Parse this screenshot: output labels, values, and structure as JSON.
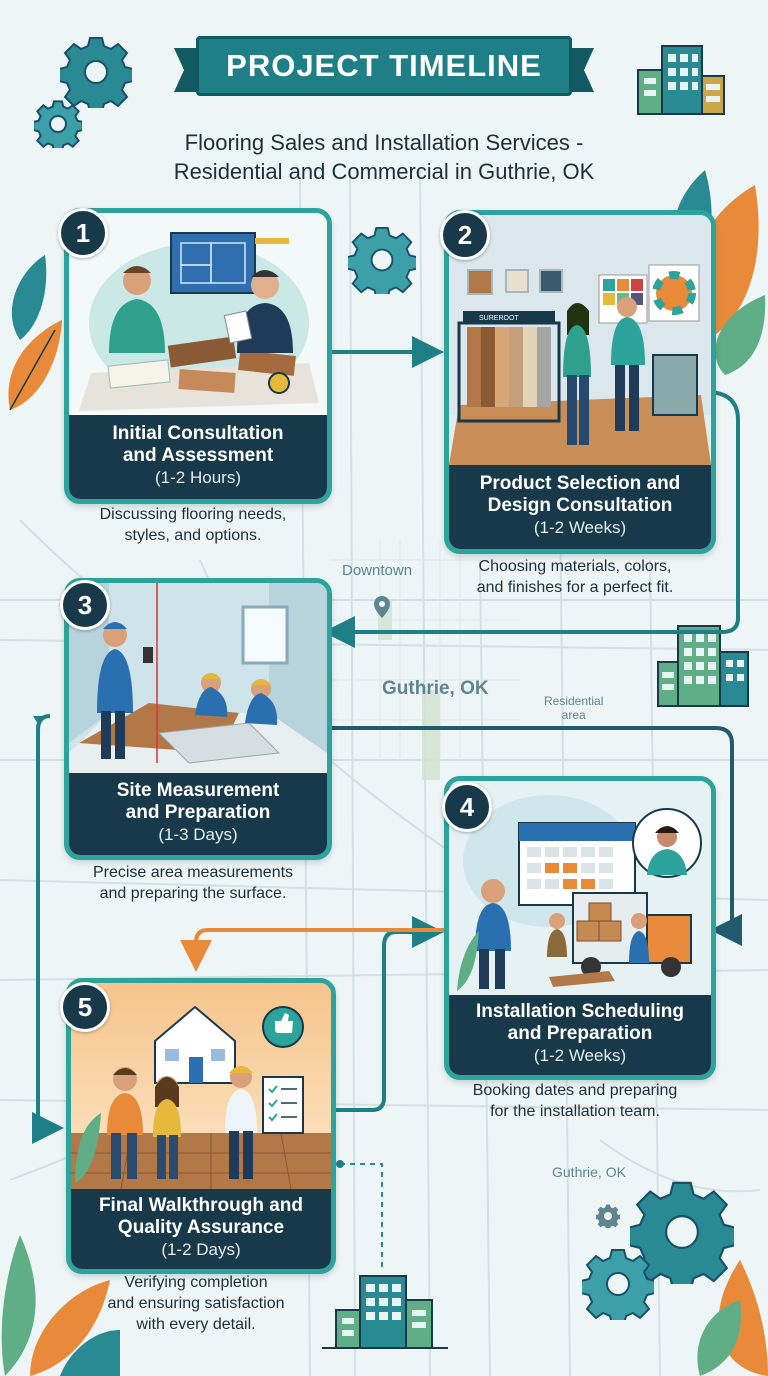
{
  "title": "PROJECT TIMELINE",
  "subtitle": [
    "Flooring Sales and Installation Services -",
    "Residential and Commercial in Guthrie, OK"
  ],
  "map_labels": {
    "downtown": "Downtown",
    "city": "Guthrie, OK",
    "residential": [
      "Residential",
      "area"
    ],
    "corner_city": "Guthrie, OK"
  },
  "steps": [
    {
      "number": "1",
      "title_lines": [
        "Initial Consultation",
        "and Assessment"
      ],
      "duration": "(1-2 Hours)",
      "description": [
        "Discussing flooring needs,",
        "styles, and options."
      ]
    },
    {
      "number": "2",
      "title_lines": [
        "Product Selection and",
        "Design Consultation"
      ],
      "duration": "(1-2 Weeks)",
      "description": [
        "Choosing materials, colors,",
        "and finishes for a perfect fit."
      ],
      "sign": "SUREROOT"
    },
    {
      "number": "3",
      "title_lines": [
        "Site Measurement",
        "and Preparation"
      ],
      "duration": "(1-3 Days)",
      "description": [
        "Precise area measurements",
        "and preparing the surface."
      ]
    },
    {
      "number": "4",
      "title_lines": [
        "Installation Scheduling",
        "and Preparation"
      ],
      "duration": "(1-2 Weeks)",
      "description": [
        "Booking dates and preparing",
        "for the installation team."
      ]
    },
    {
      "number": "5",
      "title_lines": [
        "Final Walkthrough and",
        "Quality Assurance"
      ],
      "duration": "(1-2 Days)",
      "description": [
        "Verifying completion",
        "and ensuring satisfaction",
        "with every detail."
      ]
    }
  ],
  "colors": {
    "teal": "#2ca39b",
    "navy": "#17394a",
    "orange": "#e98a3a",
    "background": "#eef5f6"
  },
  "icons": [
    "gear-icon",
    "building-icon",
    "leaf-icon",
    "map-pin-icon",
    "thumbs-up-icon",
    "calendar-icon"
  ]
}
